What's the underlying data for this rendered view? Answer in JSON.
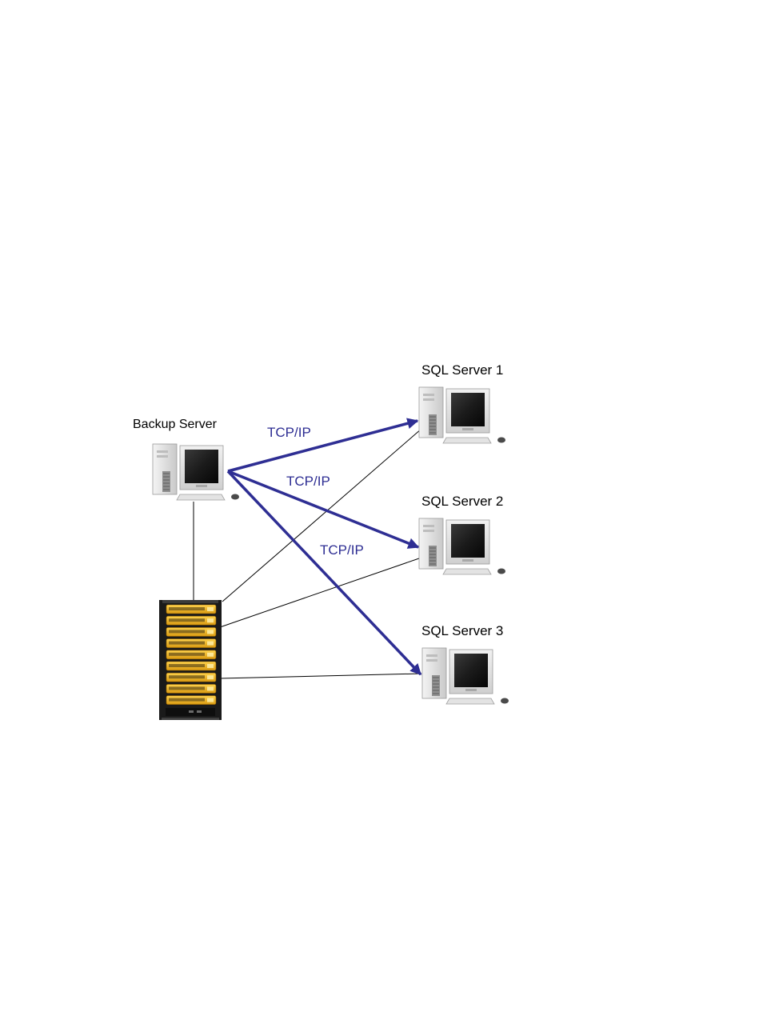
{
  "nodes": {
    "backup_server": {
      "label": "Backup Server"
    },
    "sql_server_1": {
      "label": "SQL Server 1"
    },
    "sql_server_2": {
      "label": "SQL Server 2"
    },
    "sql_server_3": {
      "label": "SQL Server 3"
    },
    "storage_array": {
      "label": ""
    }
  },
  "links": {
    "tcp_1": {
      "label": "TCP/IP"
    },
    "tcp_2": {
      "label": "TCP/IP"
    },
    "tcp_3": {
      "label": "TCP/IP"
    }
  },
  "colors": {
    "network_link": "#2e2e93",
    "storage_link": "#000000",
    "rack_accent": "#f1b824",
    "rack_body": "#1a1a1a"
  },
  "icons": {
    "computer": "desktop-computer-icon",
    "storage": "storage-rack-icon"
  }
}
